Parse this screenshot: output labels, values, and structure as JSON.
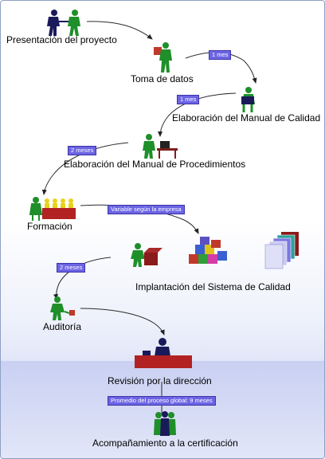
{
  "steps": {
    "s1": "Presentación del proyecto",
    "s2": "Toma de datos",
    "s3": "Elaboración del Manual de Calidad",
    "s4": "Elaboración del Manual de Procedimientos",
    "s5": "Formación",
    "s6": "Implantación del Sistema de Calidad",
    "s7": "Auditoría",
    "s8": "Revisión por la dirección",
    "s9": "Acompañamiento a la certificación"
  },
  "durations": {
    "d1": "1 mes",
    "d2": "1 mes",
    "d3": "2 meses",
    "d4": "Variable según la empresa",
    "d5": "2 meses",
    "d6": "Promedio del proceso global: 9 meses"
  },
  "colors": {
    "figure": "#1f8f2a",
    "arrow": "#2b2b2b",
    "label_bg": "#6c64e4",
    "band": "#c9d0f2"
  },
  "icons": [
    "handshake-figures-icon",
    "figure-with-box-icon",
    "figure-at-desk-icon",
    "figure-at-computer-icon",
    "audience-training-icon",
    "figure-packing-icon",
    "colored-blocks-icon",
    "document-stack-icon",
    "figure-inspecting-icon",
    "director-at-desk-icon",
    "team-figures-icon"
  ]
}
